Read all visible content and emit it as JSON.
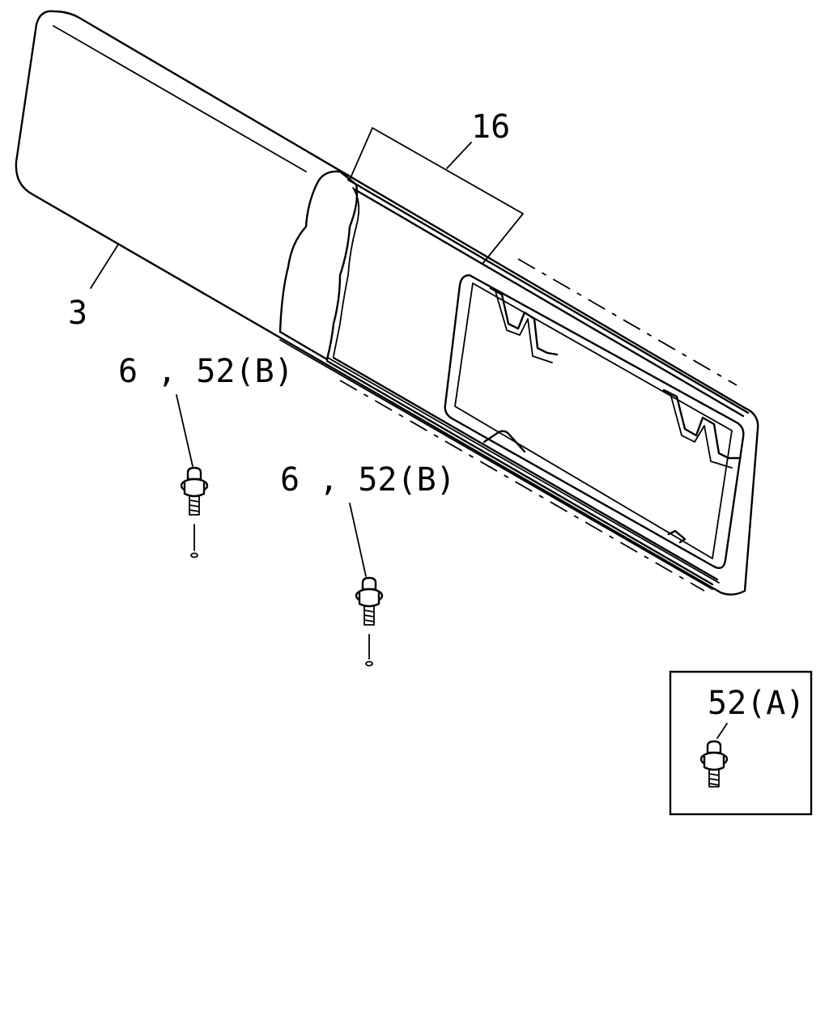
{
  "callouts": {
    "part_3": "3",
    "part_16": "16",
    "bolt_left": "6 , 52(B)",
    "bolt_center": "6 , 52(B)",
    "inset_bolt": "52(A)"
  },
  "colors": {
    "line": "#000000",
    "background": "#ffffff"
  }
}
